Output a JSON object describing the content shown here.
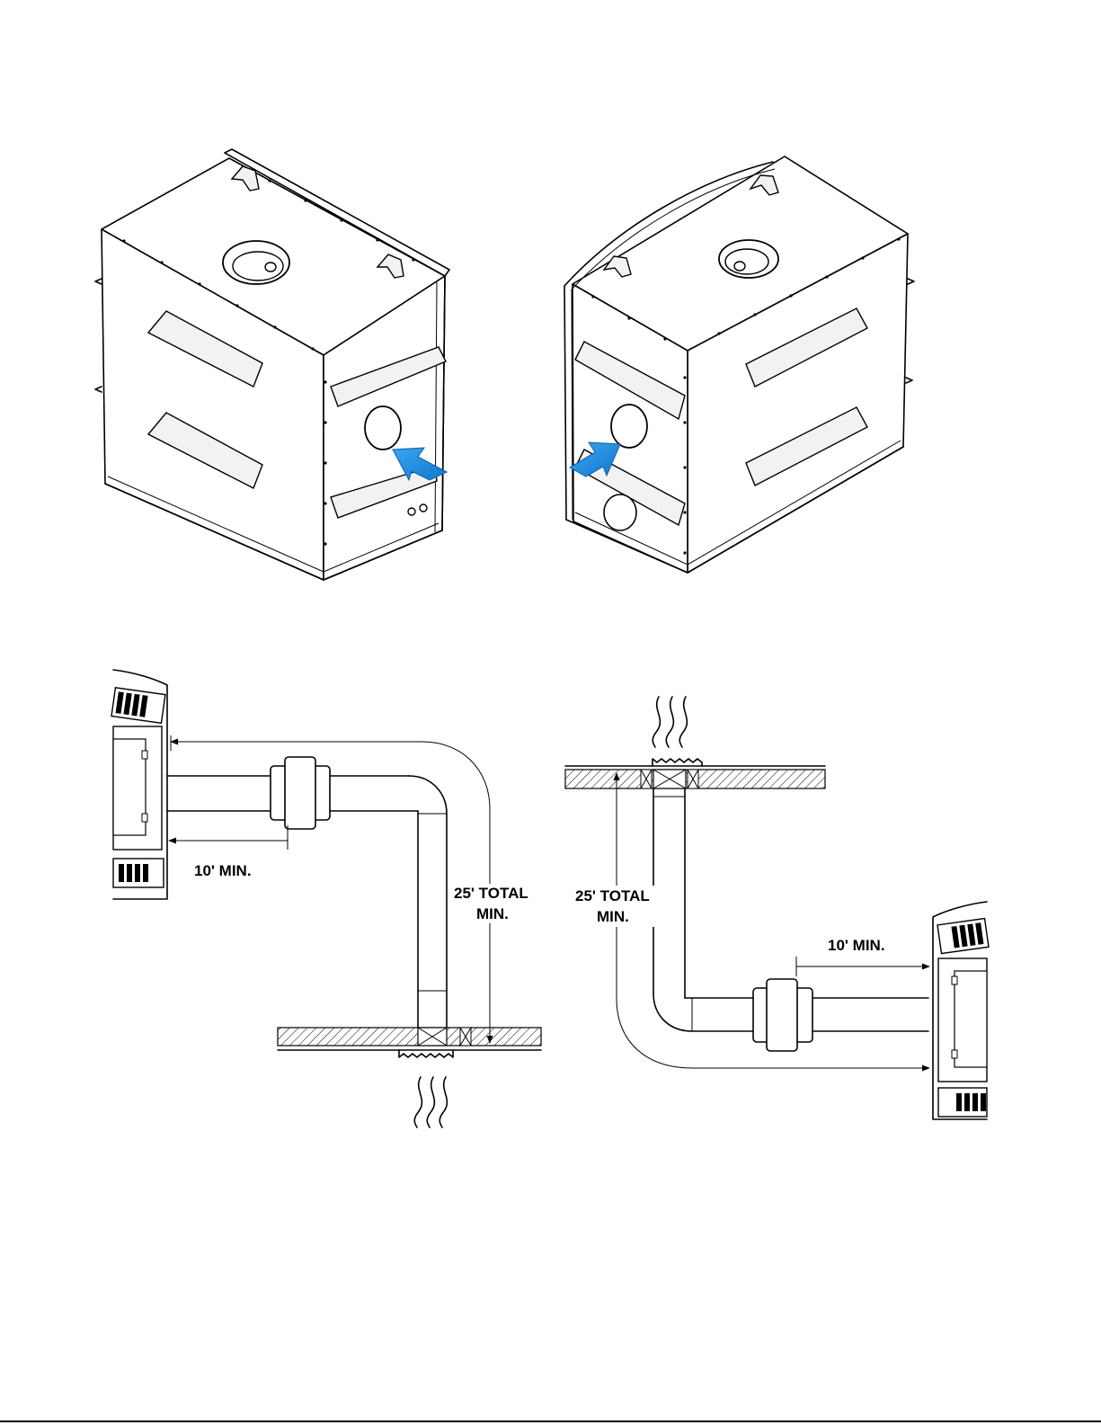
{
  "colors": {
    "line": "#000000",
    "arrow_blue": "#1e8fe0",
    "arrow_blue_dark": "#0f6fc0"
  },
  "diagram_left": {
    "horizontal_dimension": "10'  MIN.",
    "total_dimension_line1": "25' TOTAL",
    "total_dimension_line2": "MIN."
  },
  "diagram_right": {
    "horizontal_dimension": "10' MIN.",
    "total_dimension_line1": "25' TOTAL",
    "total_dimension_line2": "MIN."
  }
}
